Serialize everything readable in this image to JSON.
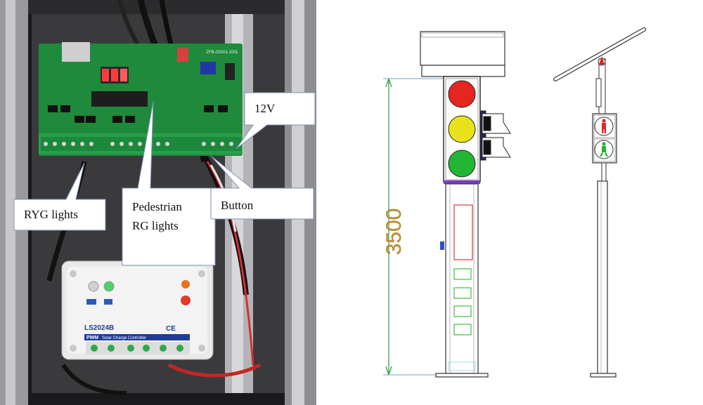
{
  "photo": {
    "callouts": {
      "power": "12V",
      "ryg": "RYG lights",
      "pedestrian_line1": "Pedestrian",
      "pedestrian_line2": "RG lights",
      "button": "Button"
    },
    "board_label": "ZFB-23X01-100L",
    "controller": {
      "model": "LS2024B",
      "brand": "PWM",
      "subtitle": "Solar Charge Controller",
      "mark": "CE"
    }
  },
  "drawing": {
    "height_dimension": "3500"
  },
  "colors": {
    "pcb": "#1f8a3c",
    "red_light": "#e5251f",
    "yellow_light": "#e8e21a",
    "green_light": "#22b533",
    "dimension": "#b8903a",
    "callout_border": "#7d8fb5"
  }
}
